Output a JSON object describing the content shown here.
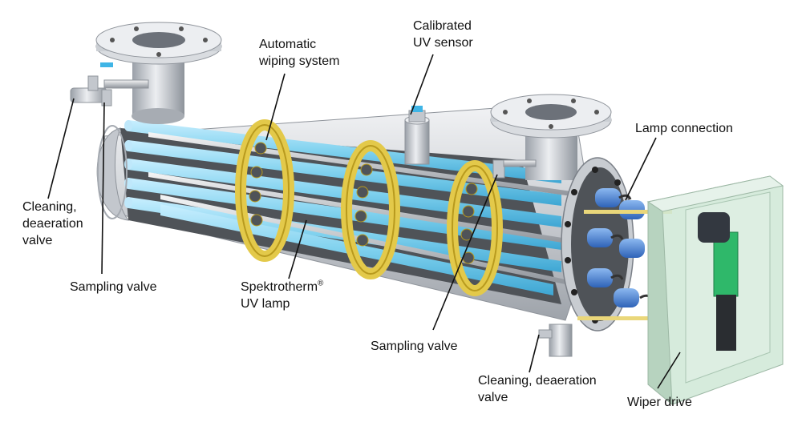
{
  "labels": {
    "automatic_wiping": {
      "line1": "Automatic",
      "line2": "wiping system"
    },
    "calibrated_sensor": {
      "line1": "Calibrated",
      "line2": "UV sensor"
    },
    "lamp_connection": {
      "line1": "Lamp connection"
    },
    "cleaning_valve_left": {
      "line1": "Cleaning,",
      "line2": "deaeration",
      "line3": "valve"
    },
    "sampling_valve_left": {
      "line1": "Sampling valve"
    },
    "uv_lamp": {
      "line1": "Spektrotherm",
      "line1_sup": "®",
      "line2": "UV lamp"
    },
    "sampling_valve_right": {
      "line1": "Sampling valve"
    },
    "cleaning_valve_right": {
      "line1": "Cleaning, deaeration",
      "line2": "valve"
    },
    "wiper_drive": {
      "line1": "Wiper drive"
    }
  },
  "colors": {
    "steel_light": "#e4e6ea",
    "steel_mid": "#b9bdc4",
    "steel_dark": "#6c7179",
    "shell_interior": "#55595f",
    "uv_lamp": "#7fd1ee",
    "wiper_ring": "#e3c94a",
    "lamp_cap": "#3f7fd6",
    "drive_glass": "#cfe7d6",
    "drive_motor": "#2fb86a"
  }
}
